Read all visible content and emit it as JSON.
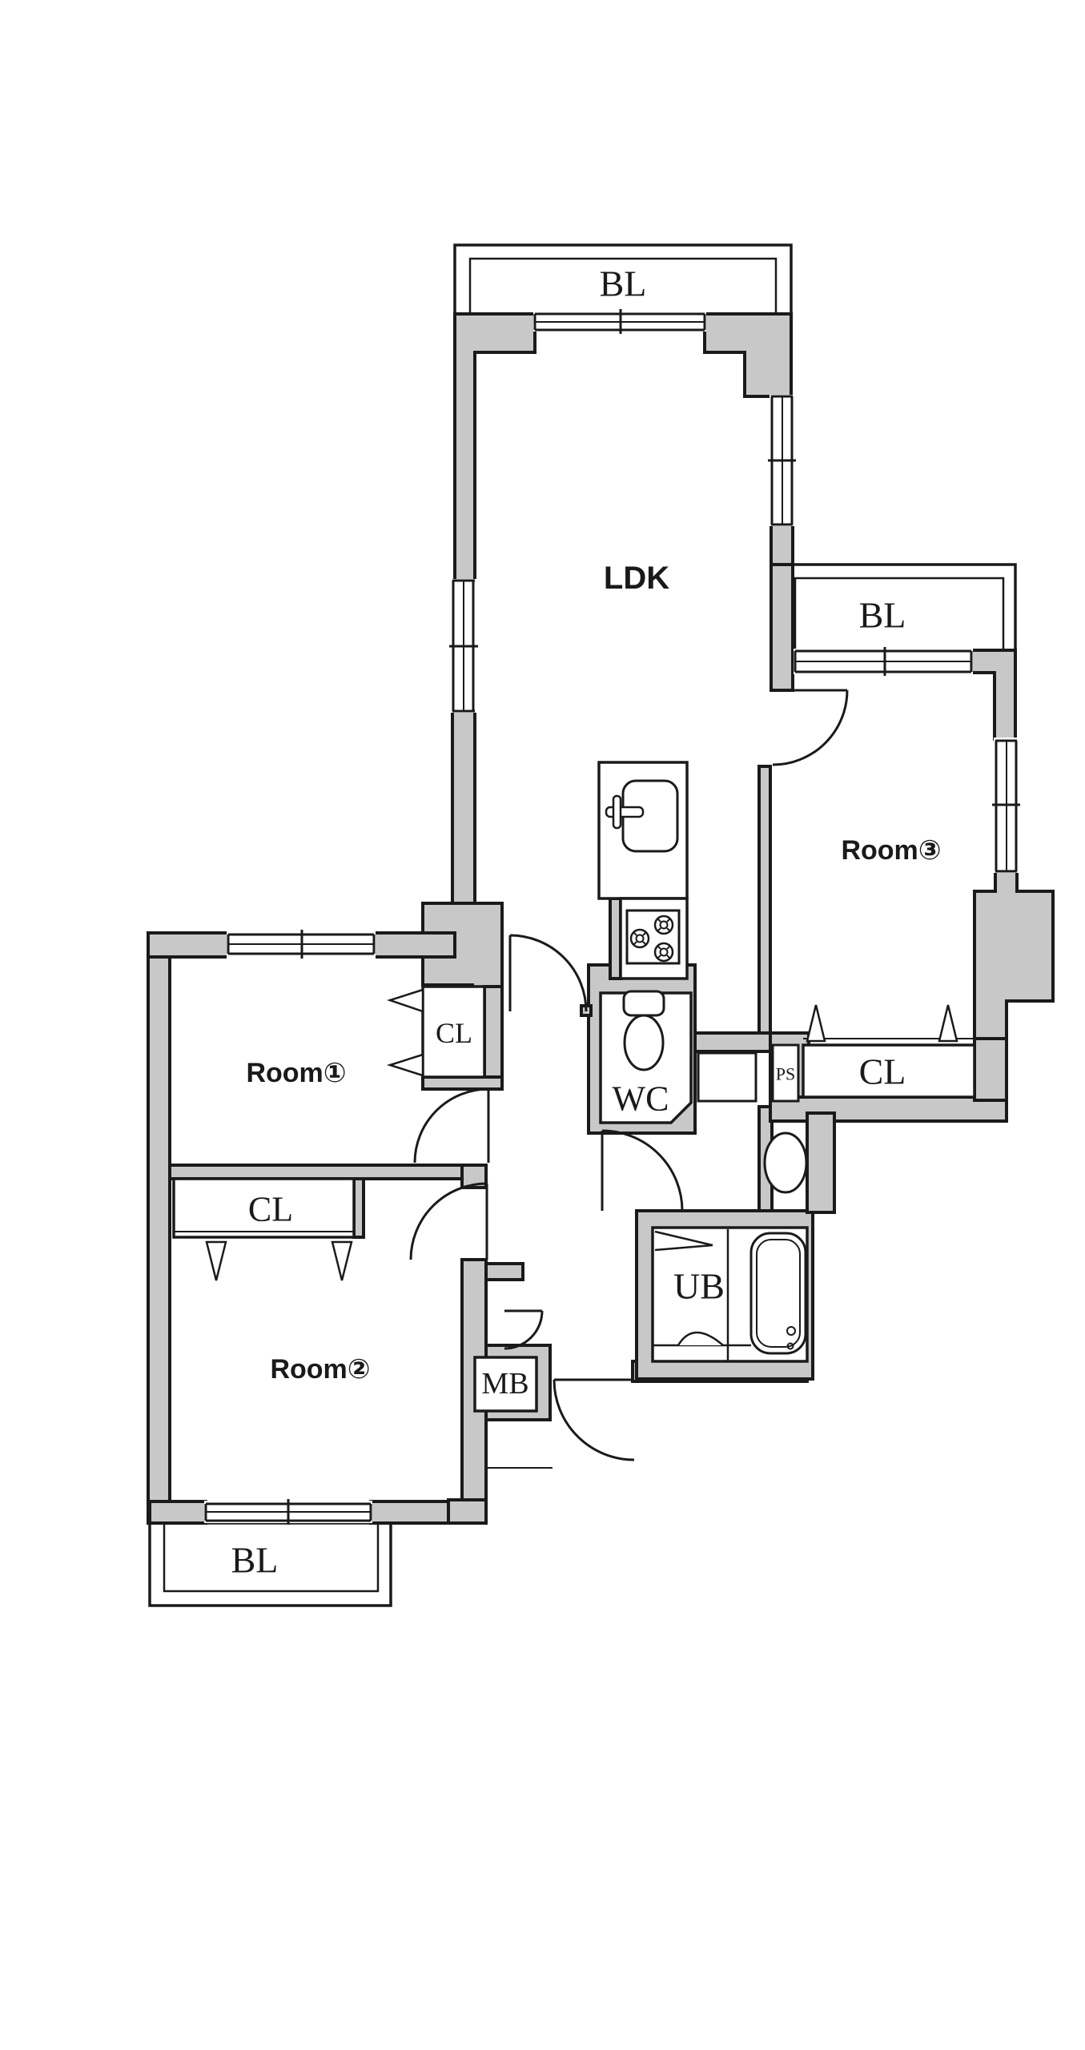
{
  "figure_type": "apartment-floor-plan",
  "floorplan": {
    "balconies": {
      "top": "BL",
      "right": "BL",
      "bottom": "BL"
    },
    "rooms": {
      "ldk": "LDK",
      "room1": "Room①",
      "room2": "Room②",
      "room3": "Room③"
    },
    "closets": {
      "room1": "CL",
      "room2": "CL",
      "room3": "CL"
    },
    "sanitary": {
      "wc": "WC",
      "unit_bath": "UB"
    },
    "utility": {
      "meter_box": "MB",
      "pipe_space": "PS"
    }
  },
  "colors": {
    "wall": "#c8c8c8",
    "line": "#1a1a1a",
    "background": "#ffffff"
  }
}
